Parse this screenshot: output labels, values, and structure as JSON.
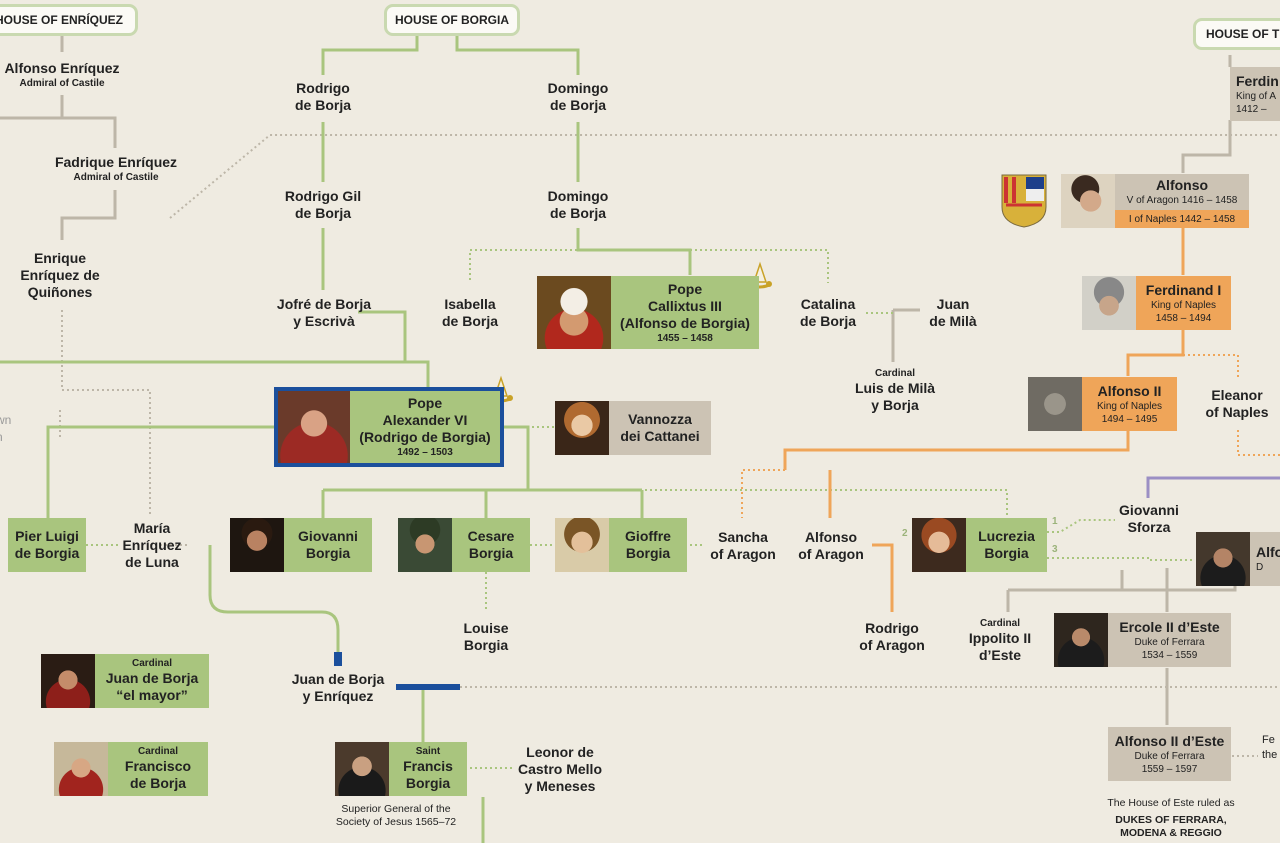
{
  "houses": {
    "enriquez": "HOUSE OF ENRÍQUEZ",
    "borgia": "HOUSE OF BORGIA",
    "trastamara": "HOUSE OF TR"
  },
  "people": {
    "alfonso_enriquez": {
      "name": "Alfonso Enríquez",
      "title": "Admiral of Castile"
    },
    "fadrique_enriquez": {
      "name": "Fadrique Enríquez",
      "title": "Admiral of Castile"
    },
    "enrique_enriquez": {
      "line1": "Enrique",
      "line2": "Enríquez de",
      "line3": "Quiñones"
    },
    "rodrigo_de_borja": {
      "line1": "Rodrigo",
      "line2": "de Borja"
    },
    "domingo_de_borja_1": {
      "line1": "Domingo",
      "line2": "de Borja"
    },
    "rodrigo_gil": {
      "line1": "Rodrigo Gil",
      "line2": "de Borja"
    },
    "domingo_de_borja_2": {
      "line1": "Domingo",
      "line2": "de Borja"
    },
    "jofre": {
      "line1": "Jofré de Borja",
      "line2": "y Escrivà"
    },
    "isabella": {
      "line1": "Isabella",
      "line2": "de Borja"
    },
    "callixtus": {
      "line1": "Pope",
      "line2": "Callixtus III",
      "line3": "(Alfonso de Borgia)",
      "dates": "1455 – 1458"
    },
    "catalina": {
      "line1": "Catalina",
      "line2": "de Borja"
    },
    "juan_de_mila": {
      "line1": "Juan",
      "line2": "de Milà"
    },
    "luis_de_mila": {
      "prefix": "Cardinal",
      "line1": "Luis de Milà",
      "line2": "y Borja"
    },
    "alexander": {
      "line1": "Pope",
      "line2": "Alexander VI",
      "line3": "(Rodrigo de Borgia)",
      "dates": "1492 – 1503"
    },
    "vannozza": {
      "line1": "Vannozza",
      "line2": "dei Cattanei"
    },
    "pier_luigi": {
      "line1": "Pier Luigi",
      "line2": "de Borgia"
    },
    "maria_enriquez": {
      "line1": "María",
      "line2": "Enríquez",
      "line3": "de Luna"
    },
    "giovanni": {
      "line1": "Giovanni",
      "line2": "Borgia"
    },
    "cesare": {
      "line1": "Cesare",
      "line2": "Borgia"
    },
    "gioffre": {
      "line1": "Gioffre",
      "line2": "Borgia"
    },
    "sancha": {
      "line1": "Sancha",
      "line2": "of Aragon"
    },
    "alfonso_aragon": {
      "line1": "Alfonso",
      "line2": "of Aragon"
    },
    "lucrezia": {
      "line1": "Lucrezia",
      "line2": "Borgia"
    },
    "giovanni_sforza": {
      "line1": "Giovanni",
      "line2": "Sforza"
    },
    "louise": {
      "line1": "Louise",
      "line2": "Borgia"
    },
    "rodrigo_aragon": {
      "line1": "Rodrigo",
      "line2": "of Aragon"
    },
    "juan_mayor": {
      "prefix": "Cardinal",
      "line1": "Juan de Borja",
      "line2": "“el mayor”"
    },
    "francisco_borja": {
      "prefix": "Cardinal",
      "line1": "Francisco",
      "line2": "de Borja"
    },
    "juan_enriquez": {
      "line1": "Juan de Borja",
      "line2": "y Enríquez"
    },
    "saint_francis": {
      "prefix": "Saint",
      "line1": "Francis",
      "line2": "Borgia"
    },
    "saint_francis_note": {
      "line1": "Superior General of the",
      "line2": "Society of Jesus 1565–72"
    },
    "leonor": {
      "line1": "Leonor de",
      "line2": "Castro Mello",
      "line3": "y Meneses"
    },
    "ferdinand_top": {
      "line1": "Ferdin",
      "line2": "King of A",
      "line3": "1412 –"
    },
    "alfonso_v": {
      "name": "Alfonso",
      "title1": "V of Aragon 1416 – 1458",
      "title2": "I of Naples 1442 – 1458"
    },
    "ferdinand_i": {
      "name": "Ferdinand I",
      "title": "King of Naples",
      "dates": "1458 – 1494"
    },
    "alfonso_ii": {
      "name": "Alfonso II",
      "title": "King of Naples",
      "dates": "1494 – 1495"
    },
    "eleanor": {
      "line1": "Eleanor",
      "line2": "of Naples"
    },
    "alfo_right": {
      "line1": "Alfo",
      "line2": "D"
    },
    "ippolito": {
      "prefix": "Cardinal",
      "line1": "Ippolito II",
      "line2": "d’Este"
    },
    "ercole": {
      "name": "Ercole II d’Este",
      "title": "Duke of Ferrara",
      "dates": "1534 – 1559"
    },
    "alfonso_ii_este": {
      "name": "Alfonso II d’Este",
      "title": "Duke of Ferrara",
      "dates": "1559 – 1597"
    },
    "fe_right": {
      "line1": "Fe",
      "line2": "the"
    },
    "wn_left": {
      "line1": "wn",
      "line2": "n"
    }
  },
  "marriage_numbers": [
    "1",
    "2",
    "3"
  ],
  "este_note": {
    "line1": "The House of Este ruled as",
    "line2": "DUKES OF FERRARA,",
    "line3": "MODENA & REGGIO"
  },
  "colors": {
    "background": "#efebe1",
    "borgia_green": "#a9c57e",
    "naples_orange": "#efa559",
    "spouse_tan": "#ccc3b4",
    "highlight_blue": "#1b4f9c",
    "sforza_purple": "#9b8fc4"
  }
}
